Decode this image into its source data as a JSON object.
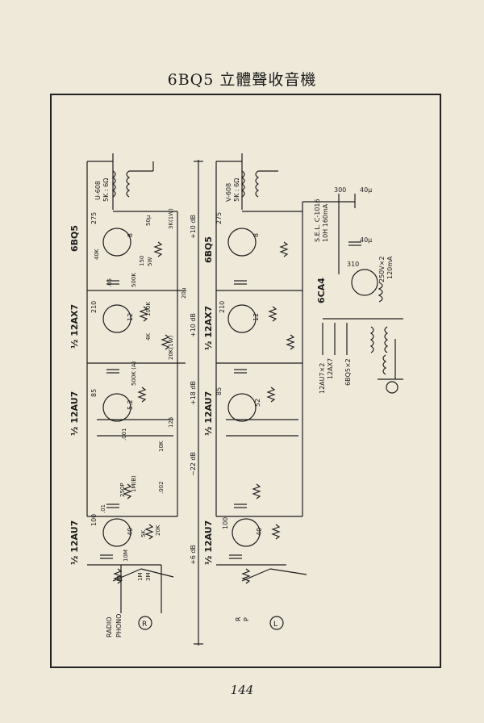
{
  "title": "6BQ5 立體聲收音機",
  "page_number": "144",
  "left_channel": {
    "output_transformer": [
      "U-608",
      "5K : 6Ω"
    ],
    "output_tube": "6BQ5",
    "stage2_tube": "½ 12AX7",
    "stage3_tube": "½ 12AU7",
    "stage4_tube": "½ 12AU7",
    "output_pin_value": "275",
    "plate_voltage_2": "210",
    "plate_voltage_3": "85",
    "plate_voltage_4": "100",
    "cathode_values": [
      "8",
      "12",
      "5.2",
      "40"
    ],
    "source_labels": [
      "RADIO",
      "PHONO"
    ],
    "channel_marker": "R",
    "switch_label": "S₁"
  },
  "right_channel": {
    "output_transformer": [
      "V-608",
      "5K : 6Ω"
    ],
    "output_tube": "6BQ5",
    "stage2_tube": "½ 12AX7",
    "stage3_tube": "½ 12AU7",
    "stage4_tube": "½ 12AU7",
    "output_pin_value": "275",
    "plate_voltage_2": "210",
    "plate_voltage_3": "85",
    "plate_voltage_4": "100",
    "cathode_values": [
      "8",
      "12",
      "52",
      "40"
    ],
    "source_labels": [
      "R",
      "P"
    ],
    "channel_marker": "L"
  },
  "gain_labels": [
    "+10 dB",
    "+10 dB",
    "+18 dB",
    "−22 dB",
    "+6 dB"
  ],
  "components": [
    "40K",
    "150",
    "5W",
    ".05",
    "500K",
    "50μ",
    "3K(1W)",
    "100K",
    "4K",
    "20K(1W)",
    "500K (A)",
    "10K",
    ".001",
    ".01",
    "1M(B)",
    "250P",
    ".002",
    "1M",
    "3M",
    "20K",
    "5K",
    "20μ",
    "125",
    "10M"
  ],
  "power_supply": {
    "transformer": [
      "S.E.L. C-1016",
      "10H 160mA"
    ],
    "rectifier": "6CA4",
    "b_plus": "300",
    "filter_caps": [
      "40μ",
      "40μ"
    ],
    "rect_pin": "310",
    "hv_rating": [
      "250V×2",
      "120mA"
    ],
    "heater_loads": [
      "12AU7×2",
      "12AX7",
      "6BQ5×2"
    ]
  }
}
